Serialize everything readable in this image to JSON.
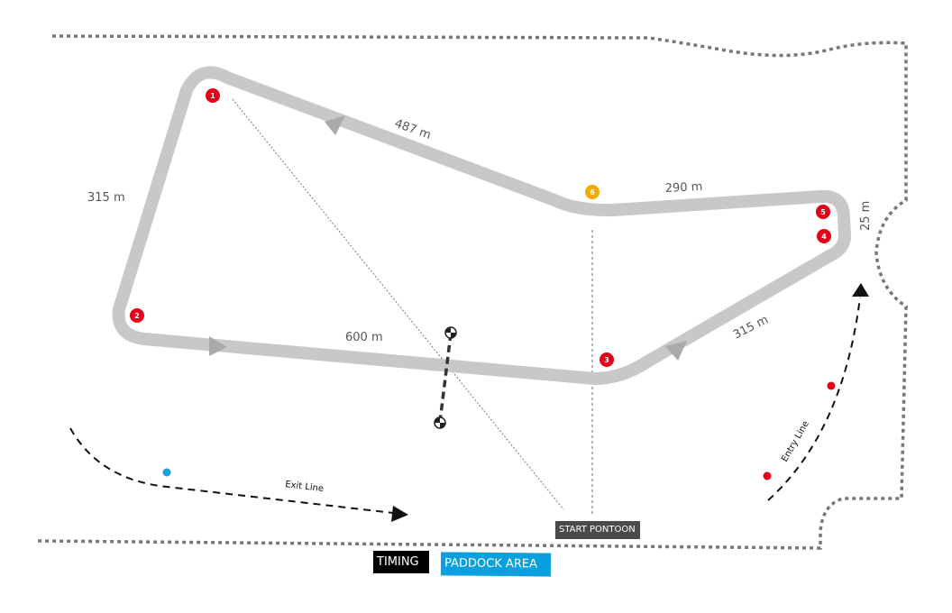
{
  "distances": {
    "top_left": "487 m",
    "left": "315 m",
    "bottom": "600 m",
    "top_right": "290 m",
    "right_end": "25 m",
    "bottom_right": "315 m"
  },
  "buoys": [
    {
      "num": "1",
      "color": "#e2001a"
    },
    {
      "num": "2",
      "color": "#e2001a"
    },
    {
      "num": "3",
      "color": "#e2001a"
    },
    {
      "num": "4",
      "color": "#e2001a"
    },
    {
      "num": "5",
      "color": "#e2001a"
    },
    {
      "num": "6",
      "color": "#f5a800"
    }
  ],
  "lines": {
    "exit": "Exit Line",
    "entry": "Entry Line"
  },
  "labels": {
    "start_pontoon": "START PONTOON",
    "timing": "TIMING",
    "paddock": "PADDOCK AREA"
  },
  "colors": {
    "track": "#c8c8c8",
    "boundary": "#777777",
    "paddock": "#0aa0e0",
    "timing": "#000000",
    "pontoon": "#4a4a4a"
  }
}
